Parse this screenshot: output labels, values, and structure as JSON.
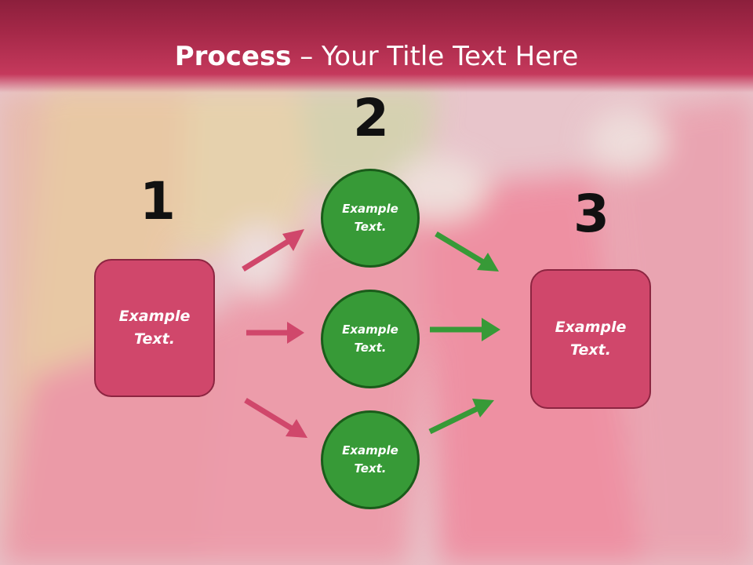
{
  "title": {
    "bold": "Process",
    "rest": " – Your Title Text Here"
  },
  "steps": [
    {
      "number": "1",
      "label": "Example\nText."
    },
    {
      "number": "2",
      "items": [
        "Example\nText.",
        "Example\nText.",
        "Example\nText."
      ]
    },
    {
      "number": "3",
      "label": "Example\nText."
    }
  ],
  "colors": {
    "header": "#b3304f",
    "box": "#d0476b",
    "circle": "#379a37",
    "arrow_red": "#d0476b",
    "arrow_green": "#379a37"
  }
}
